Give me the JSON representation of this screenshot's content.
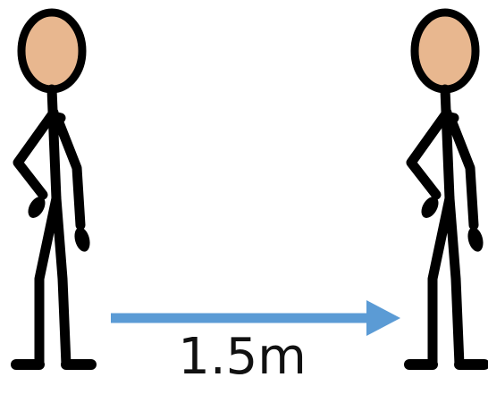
{
  "diagram": {
    "distance_label": "1.5m",
    "figures": [
      {
        "name": "person-left"
      },
      {
        "name": "person-right"
      }
    ],
    "arrow": {
      "direction": "right",
      "color": "#5b9bd5"
    },
    "colors": {
      "skin": "#e8b78f",
      "outline": "#000000",
      "background": "#ffffff"
    }
  }
}
